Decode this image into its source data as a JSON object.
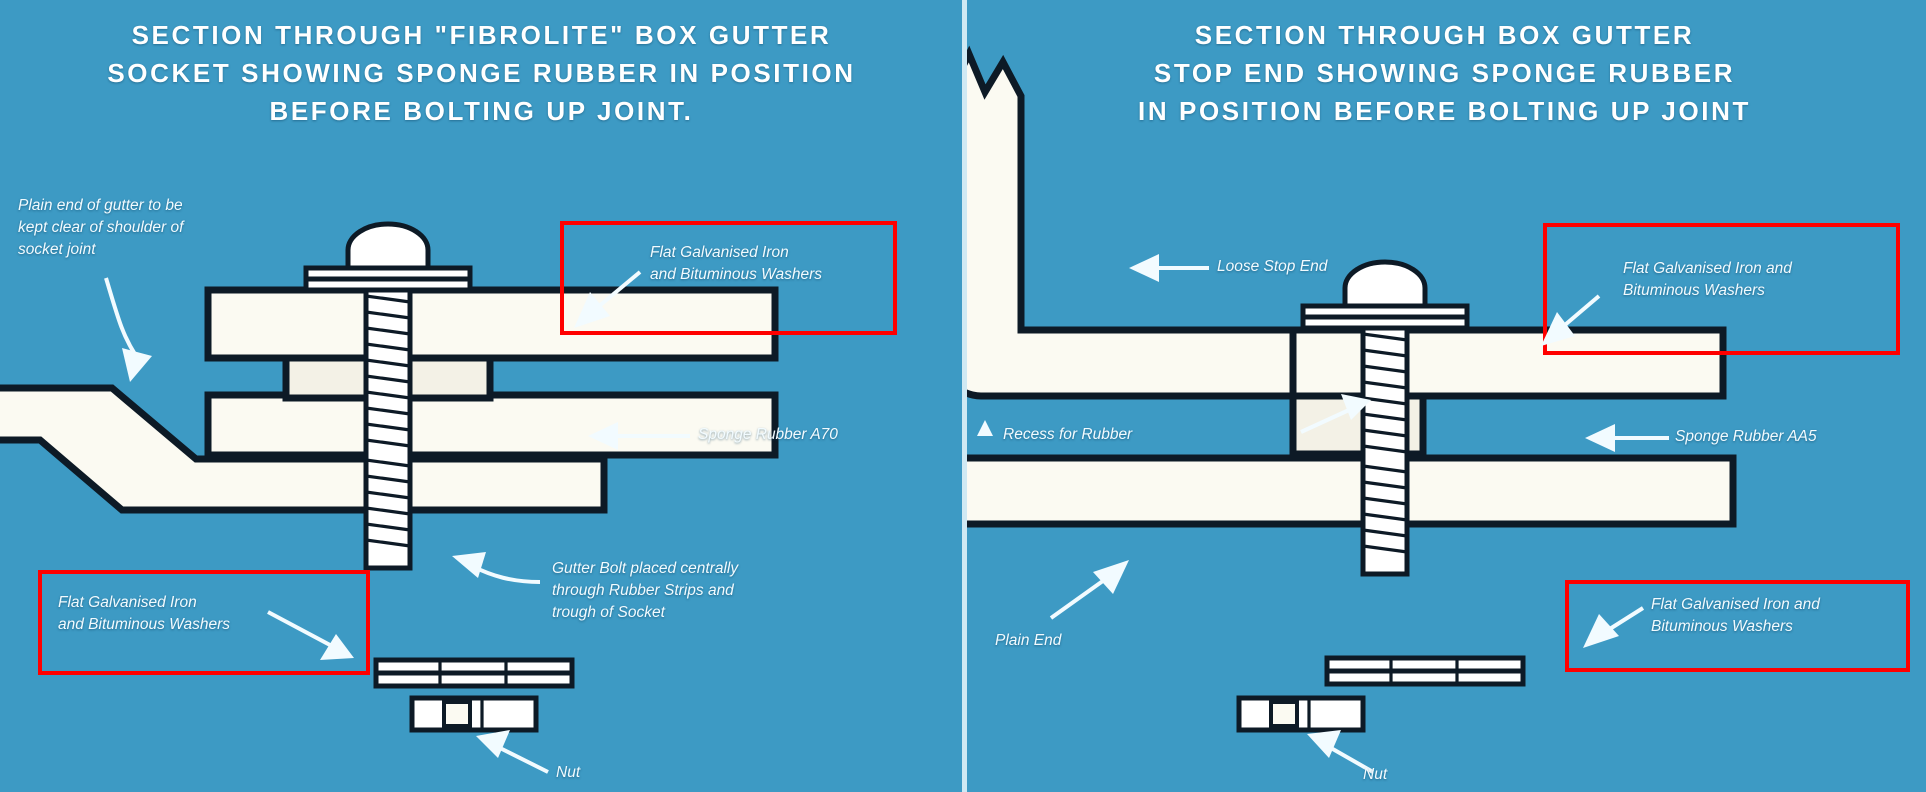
{
  "background_color": "#3d9ac4",
  "highlight_color": "#ff0000",
  "panels": {
    "left": {
      "title_lines": [
        "SECTION THROUGH \"FIBROLITE\" BOX GUTTER",
        "SOCKET SHOWING SPONGE RUBBER IN POSITION",
        "BEFORE BOLTING UP JOINT."
      ],
      "annotations": {
        "plain_end": "Plain end of gutter to be\nkept clear of shoulder of\nsocket joint",
        "washers_top": "Flat Galvanised Iron\nand Bituminous Washers",
        "sponge_rubber": "Sponge Rubber A70",
        "gutter_bolt": "Gutter Bolt placed centrally\nthrough Rubber Strips and\ntrough of Socket",
        "washers_bottom": "Flat Galvanised Iron\nand Bituminous Washers",
        "nut": "Nut"
      }
    },
    "right": {
      "title_lines": [
        "SECTION THROUGH BOX GUTTER",
        "STOP END SHOWING SPONGE RUBBER",
        "IN POSITION BEFORE BOLTING UP JOINT"
      ],
      "annotations": {
        "loose_stop_end": "Loose Stop End",
        "washers_top": "Flat Galvanised Iron and\nBituminous Washers",
        "recess_for_rubber": "Recess for Rubber",
        "sponge_rubber": "Sponge Rubber AA5",
        "plain_end": "Plain End",
        "washers_bottom": "Flat Galvanised Iron and\nBituminous Washers",
        "nut": "Nut"
      }
    }
  }
}
